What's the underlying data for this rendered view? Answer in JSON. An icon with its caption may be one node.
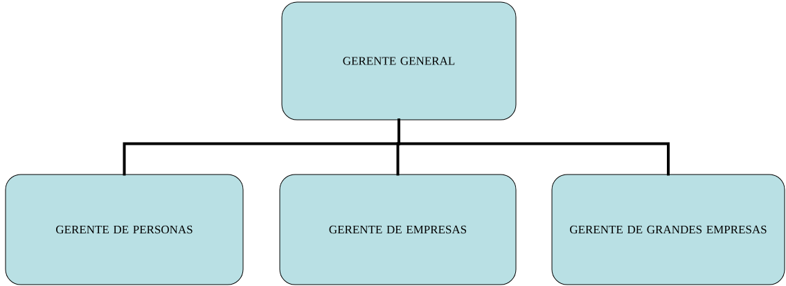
{
  "diagram": {
    "nodes": [
      {
        "text": [
          "GERENTE GENERAL"
        ]
      },
      {
        "text": [
          "GERENTE DE PERSONAS"
        ]
      },
      {
        "text": [
          "GERENTE DE EMPRESAS"
        ]
      },
      {
        "text": [
          "GERENTE DE GRANDES EMPRESAS"
        ]
      }
    ],
    "edges": [
      {
        "from": 0,
        "to": 1,
        "arrow": "none"
      },
      {
        "from": 0,
        "to": 2,
        "arrow": "none"
      },
      {
        "from": 0,
        "to": 3,
        "arrow": "none"
      }
    ]
  }
}
